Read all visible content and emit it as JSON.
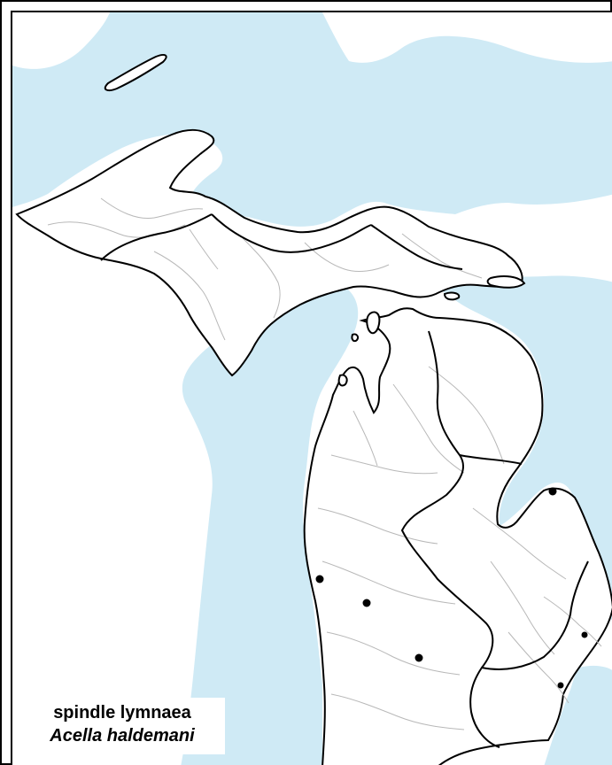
{
  "legend": {
    "common_name": "spindle lymnaea",
    "scientific_name": "Acella haldemani"
  },
  "colors": {
    "water": "#cfeaf5",
    "land": "#ffffff",
    "watershed_border": "#000000",
    "river": "#b8b8b8",
    "occurrence": "#000000"
  },
  "occurrence_count": 6
}
